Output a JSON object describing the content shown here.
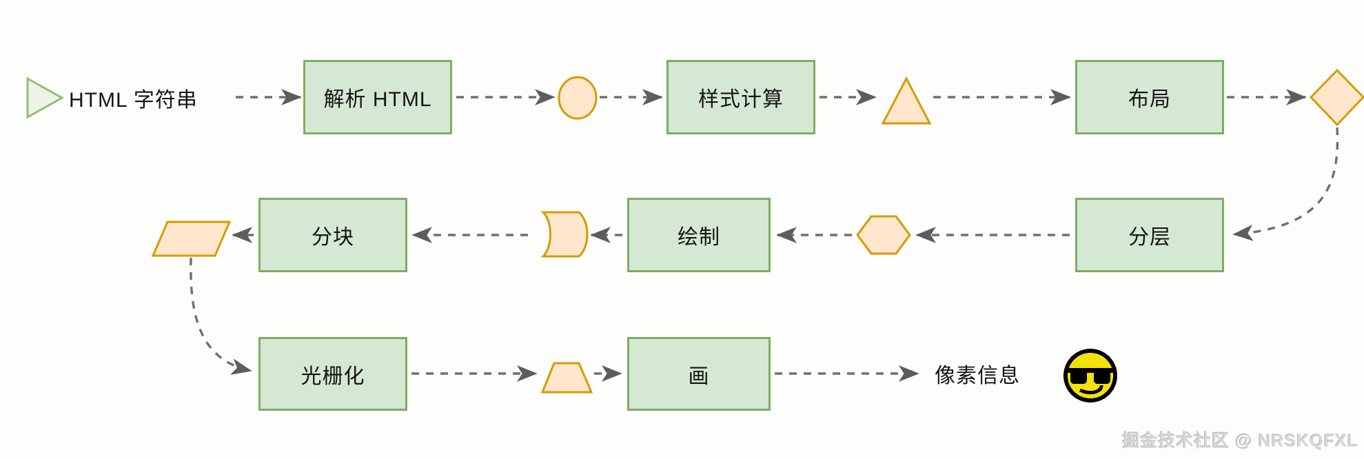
{
  "diagram": {
    "start": {
      "label": "HTML 字符串",
      "icon": "play-triangle-icon"
    },
    "nodes": [
      {
        "id": "parse",
        "label": "解析 HTML"
      },
      {
        "id": "style",
        "label": "样式计算"
      },
      {
        "id": "layout",
        "label": "布局"
      },
      {
        "id": "layer",
        "label": "分层"
      },
      {
        "id": "paint",
        "label": "绘制"
      },
      {
        "id": "tiling",
        "label": "分块"
      },
      {
        "id": "raster",
        "label": "光栅化"
      },
      {
        "id": "draw",
        "label": "画"
      }
    ],
    "output": {
      "label": "像素信息",
      "icon": "sunglasses-smiley-pixel-emoji"
    },
    "connector_style": "dashed-gray-arrow",
    "milestone_shapes": [
      "circle",
      "triangle",
      "diamond",
      "hexagon",
      "stored-data",
      "parallelogram",
      "trapezoid"
    ],
    "colors": {
      "node_fill": "#d5e8d4",
      "node_border": "#7eae60",
      "shape_fill": "#ffe6cc",
      "shape_border": "#d79b00",
      "connector": "#6f6f6f",
      "arrowhead": "#5d5d5d",
      "start_fill": "#edf4e6",
      "start_border": "#8fbf75",
      "emoji_yellow": "#f2e206",
      "text": "#141414",
      "watermark": "#d6d6d3"
    },
    "watermark": "掘金技术社区 @ NRSKQFXL"
  }
}
